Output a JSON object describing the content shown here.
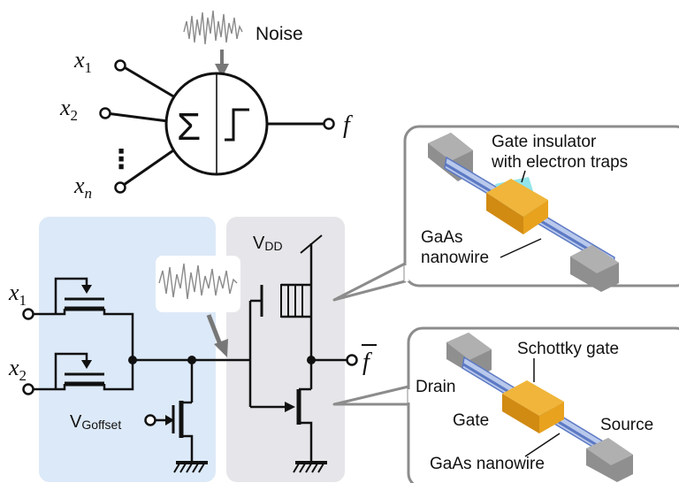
{
  "neuron": {
    "inputs": [
      {
        "base": "x",
        "sub": "1"
      },
      {
        "base": "x",
        "sub": "2"
      },
      {
        "base": "x",
        "sub": "n"
      }
    ],
    "ellipsis": "⋮",
    "sum_symbol": "Σ",
    "noise_label": "Noise",
    "output": "f"
  },
  "circuit": {
    "inputs": [
      {
        "base": "x",
        "sub": "1"
      },
      {
        "base": "x",
        "sub": "2"
      }
    ],
    "vgoffset": {
      "main": "V",
      "sub": "Goffset"
    },
    "vdd": {
      "main": "V",
      "sub": "DD"
    },
    "output": "f"
  },
  "device_top": {
    "gate_insulator_line1": "Gate insulator",
    "gate_insulator_line2": "with electron traps",
    "nanowire_line1": "GaAs",
    "nanowire_line2": "nanowire"
  },
  "device_bottom": {
    "schottky": "Schottky gate",
    "drain": "Drain",
    "gate": "Gate",
    "source": "Source",
    "nanowire": "GaAs nanowire"
  },
  "colors": {
    "left_panel": "#dce9f8",
    "right_panel": "#e6e6ea",
    "callout_border": "#8c8c8c",
    "gate": "#e8a21e",
    "nanowire": "#b9c9ec",
    "contact": "#8f8f8f"
  }
}
